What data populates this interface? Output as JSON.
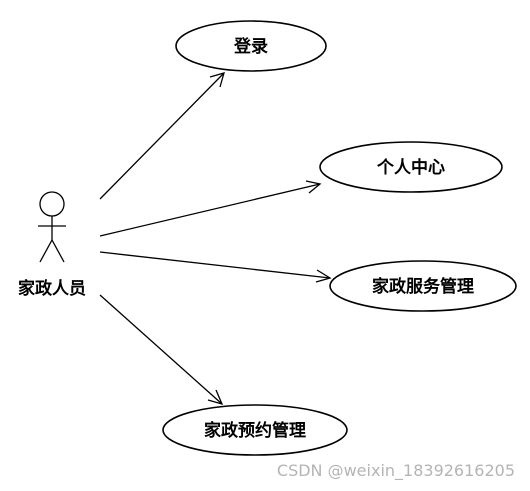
{
  "actor": {
    "label": "家政人员",
    "icon": "stick-figure-icon"
  },
  "use_cases": [
    {
      "id": "login",
      "label": "登录"
    },
    {
      "id": "profile",
      "label": "个人中心"
    },
    {
      "id": "service-mgmt",
      "label": "家政服务管理"
    },
    {
      "id": "booking-mgmt",
      "label": "家政预约管理"
    }
  ],
  "associations": [
    {
      "from": "actor",
      "to": "login"
    },
    {
      "from": "actor",
      "to": "profile"
    },
    {
      "from": "actor",
      "to": "service-mgmt"
    },
    {
      "from": "actor",
      "to": "booking-mgmt"
    }
  ],
  "watermark": "CSDN @weixin_18392616205",
  "colors": {
    "stroke": "#000000",
    "background": "#ffffff",
    "watermark": "#b4b4b4"
  }
}
